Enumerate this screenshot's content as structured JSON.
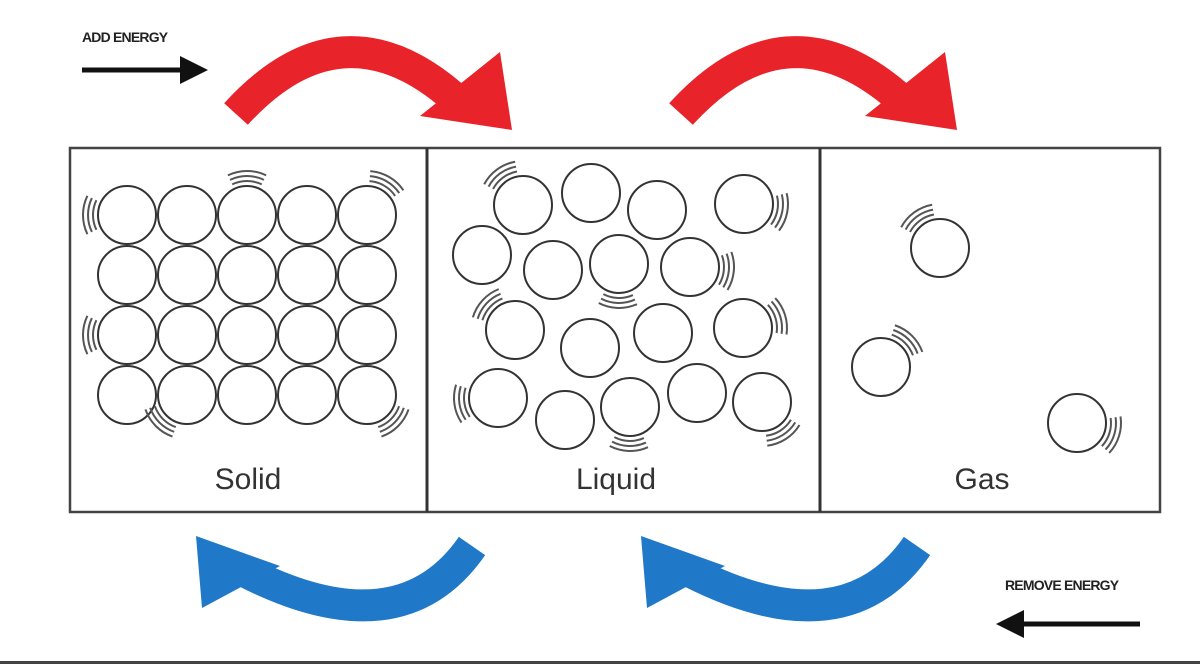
{
  "diagram": {
    "title_top": "ADD ENERGY",
    "title_bottom": "REMOVE ENERGY",
    "states": [
      {
        "label": "Solid"
      },
      {
        "label": "Liquid"
      },
      {
        "label": "Gas"
      }
    ],
    "colors": {
      "add_energy_arrow": "#e8232a",
      "remove_energy_arrow": "#1f78c8",
      "outline": "#333333"
    }
  }
}
